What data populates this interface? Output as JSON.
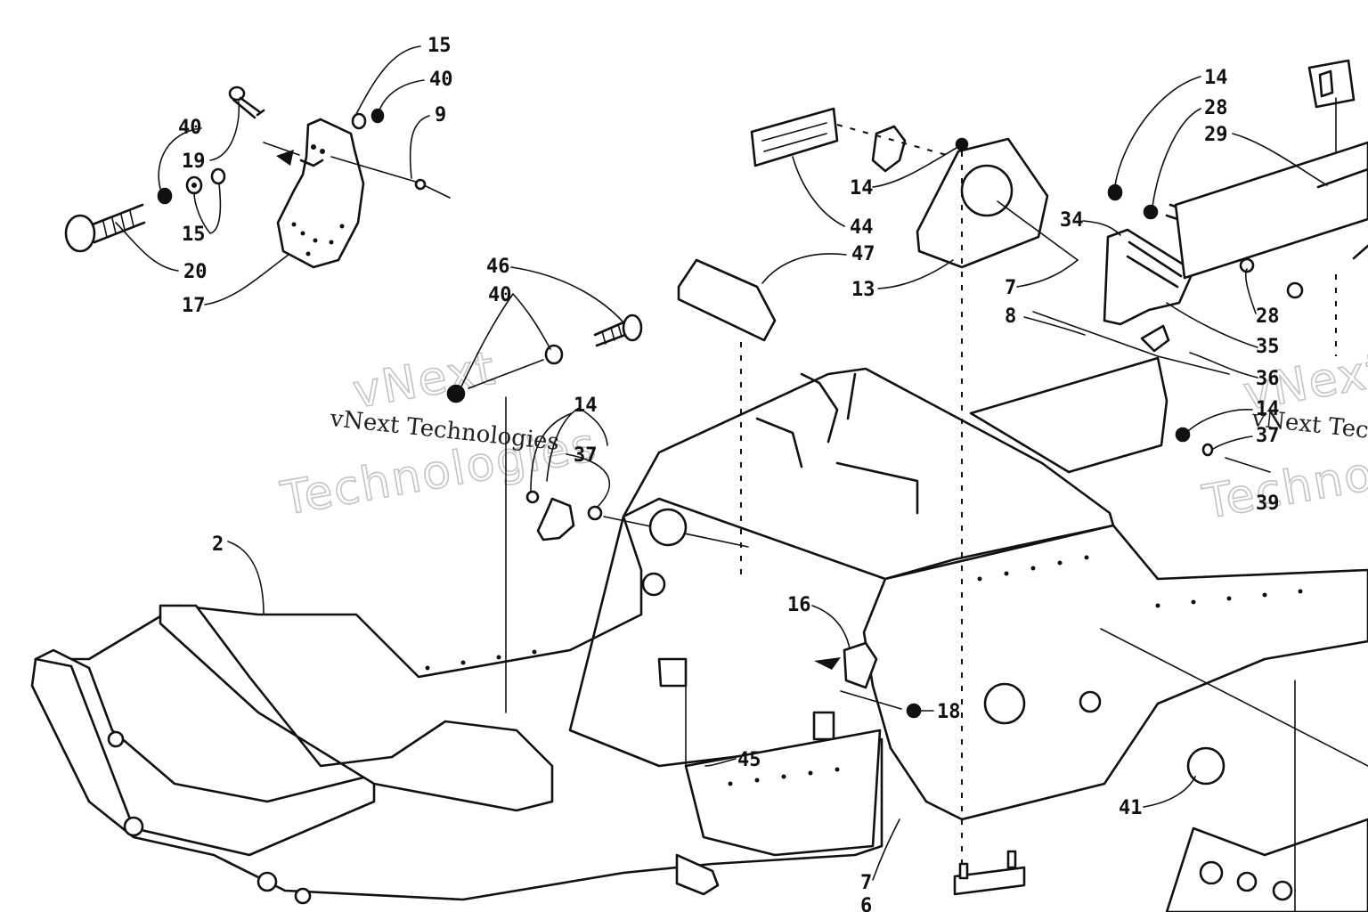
{
  "watermark": {
    "line1": "vNext",
    "line2": "Technologies",
    "caption": "vNext Technologies"
  },
  "callouts": [
    {
      "id": "c15a",
      "text": "15"
    },
    {
      "id": "c40a",
      "text": "40"
    },
    {
      "id": "c9",
      "text": "9"
    },
    {
      "id": "c40b",
      "text": "40"
    },
    {
      "id": "c19",
      "text": "19"
    },
    {
      "id": "c15b",
      "text": "15"
    },
    {
      "id": "c20",
      "text": "20"
    },
    {
      "id": "c17",
      "text": "17"
    },
    {
      "id": "c46",
      "text": "46"
    },
    {
      "id": "c40c",
      "text": "40"
    },
    {
      "id": "c14a",
      "text": "14"
    },
    {
      "id": "c37a",
      "text": "37"
    },
    {
      "id": "c14b",
      "text": "14"
    },
    {
      "id": "c44",
      "text": "44"
    },
    {
      "id": "c47",
      "text": "47"
    },
    {
      "id": "c13",
      "text": "13"
    },
    {
      "id": "c7a",
      "text": "7"
    },
    {
      "id": "c8",
      "text": "8"
    },
    {
      "id": "c34",
      "text": "34"
    },
    {
      "id": "c14c",
      "text": "14"
    },
    {
      "id": "c28a",
      "text": "28"
    },
    {
      "id": "c29",
      "text": "29"
    },
    {
      "id": "c28b",
      "text": "28"
    },
    {
      "id": "c35",
      "text": "35"
    },
    {
      "id": "c36",
      "text": "36"
    },
    {
      "id": "c14d",
      "text": "14"
    },
    {
      "id": "c37b",
      "text": "37"
    },
    {
      "id": "c39",
      "text": "39"
    },
    {
      "id": "c2",
      "text": "2"
    },
    {
      "id": "c16",
      "text": "16"
    },
    {
      "id": "c18",
      "text": "18"
    },
    {
      "id": "c45",
      "text": "45"
    },
    {
      "id": "c41",
      "text": "41"
    },
    {
      "id": "c7b",
      "text": "7"
    },
    {
      "id": "c6",
      "text": "6"
    }
  ]
}
